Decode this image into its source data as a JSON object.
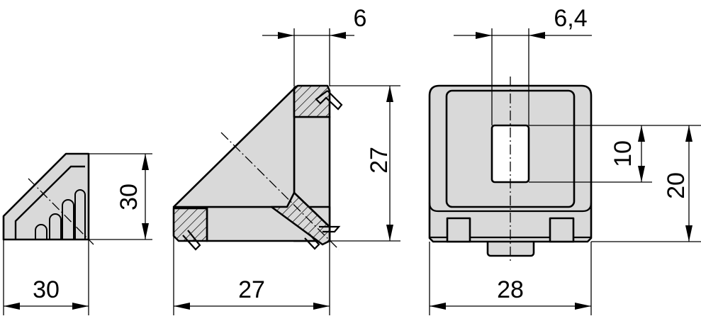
{
  "drawing": {
    "fill_color": "#d9d9d9",
    "line_color": "#000000",
    "views": [
      {
        "name": "small-bracket-view",
        "dimensions": {
          "height": "30",
          "width": "30"
        }
      },
      {
        "name": "angle-bracket-side-view",
        "dimensions": {
          "slot": "6",
          "height": "27",
          "width": "27"
        }
      },
      {
        "name": "bracket-front-view",
        "dimensions": {
          "hole_width": "6,4",
          "hole_height": "10",
          "height": "20",
          "width": "28"
        }
      }
    ]
  }
}
